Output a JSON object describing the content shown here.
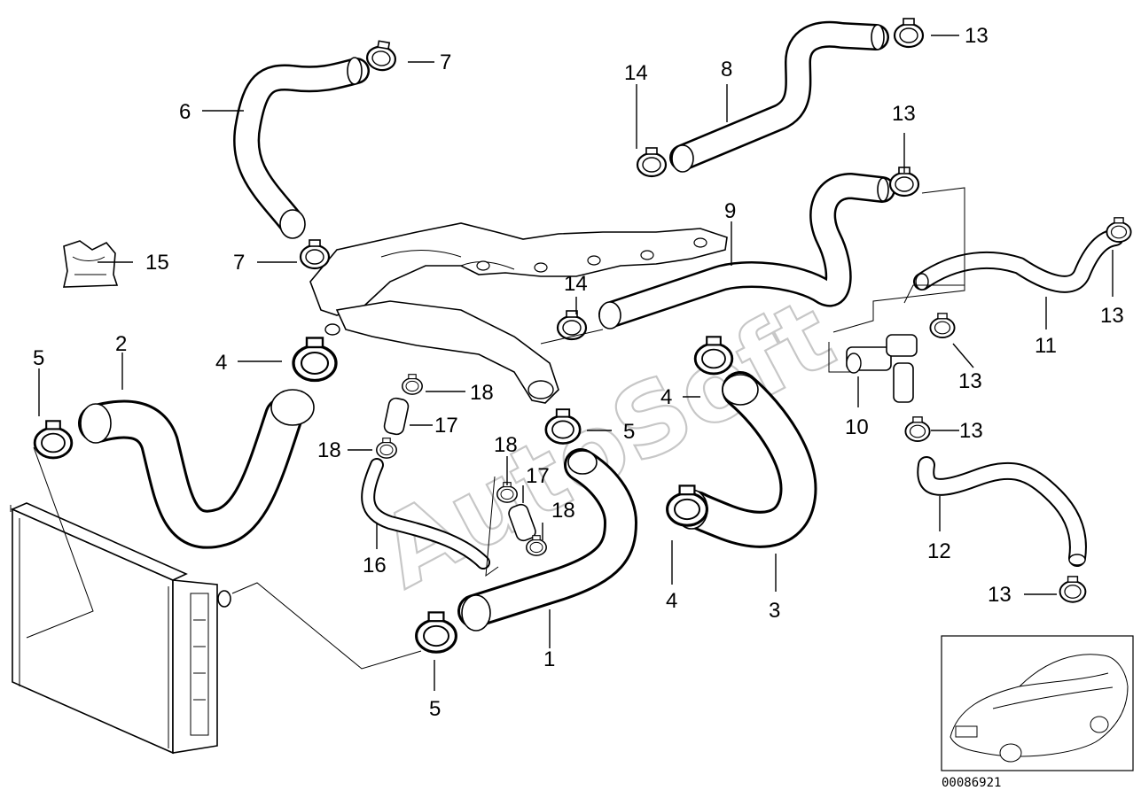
{
  "diagram": {
    "watermark": "AutoSoft",
    "doc_number": "00086921",
    "callouts": [
      {
        "id": "c1",
        "label": "1"
      },
      {
        "id": "c2",
        "label": "2"
      },
      {
        "id": "c3",
        "label": "3"
      },
      {
        "id": "c4a",
        "label": "4"
      },
      {
        "id": "c4b",
        "label": "4"
      },
      {
        "id": "c4c",
        "label": "4"
      },
      {
        "id": "c5a",
        "label": "5"
      },
      {
        "id": "c5b",
        "label": "5"
      },
      {
        "id": "c5c",
        "label": "5"
      },
      {
        "id": "c6",
        "label": "6"
      },
      {
        "id": "c7a",
        "label": "7"
      },
      {
        "id": "c7b",
        "label": "7"
      },
      {
        "id": "c8",
        "label": "8"
      },
      {
        "id": "c9",
        "label": "9"
      },
      {
        "id": "c10",
        "label": "10"
      },
      {
        "id": "c11",
        "label": "11"
      },
      {
        "id": "c12",
        "label": "12"
      },
      {
        "id": "c13a",
        "label": "13"
      },
      {
        "id": "c13b",
        "label": "13"
      },
      {
        "id": "c13c",
        "label": "13"
      },
      {
        "id": "c13d",
        "label": "13"
      },
      {
        "id": "c13e",
        "label": "13"
      },
      {
        "id": "c13f",
        "label": "13"
      },
      {
        "id": "c14a",
        "label": "14"
      },
      {
        "id": "c14b",
        "label": "14"
      },
      {
        "id": "c15",
        "label": "15"
      },
      {
        "id": "c16",
        "label": "16"
      },
      {
        "id": "c17a",
        "label": "17"
      },
      {
        "id": "c17b",
        "label": "17"
      },
      {
        "id": "c18a",
        "label": "18"
      },
      {
        "id": "c18b",
        "label": "18"
      },
      {
        "id": "c18c",
        "label": "18"
      },
      {
        "id": "c18d",
        "label": "18"
      }
    ]
  }
}
